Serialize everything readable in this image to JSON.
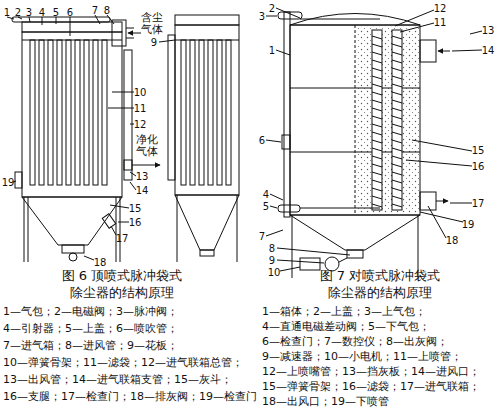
{
  "diagram": {
    "labels": [
      "1",
      "2",
      "3",
      "4",
      "5",
      "6",
      "7",
      "8",
      "含尘气体",
      "9",
      "10",
      "11",
      "12",
      "净化气体",
      "13",
      "14",
      "19",
      "15",
      "16",
      "17",
      "18",
      "图 6 顶喷式脉冲袋式 除尘器的结构原理",
      "1—气包；2—电磁阀；3—脉冲阀；",
      "4—引射器；5—上盖；6—喷吹管；",
      "7—进气箱；8—进风管；9—花板；",
      "10—弹簧骨架；11—滤袋；12—进气联箱总管；",
      "13—出风管；14—进气联箱支管；15—灰斗；",
      "16—支腿；17—检查门；18—排灰阀；19—检查门",
      "2",
      "3",
      "1",
      "12",
      "11",
      "13",
      "14",
      "6",
      "15",
      "16",
      "4",
      "5",
      "17",
      "19",
      "18",
      "7",
      "8",
      "9",
      "10",
      "图 7 对喷式脉冲袋式 除尘器的结构原理",
      "1—箱体；2—上盖；3—上气包；",
      "4—直通电磁差动阀；5—下气包；",
      "6—检查门；7—数控仪；8—出灰阀；",
      "9—减速器；10—小电机；11—上喷管；",
      "12—上喷嘴管；13—挡灰板；14—进风口；",
      "15—弹簧骨架；16—滤袋；17—进气联箱；",
      "18—出风口；19—下喷管"
    ]
  }
}
